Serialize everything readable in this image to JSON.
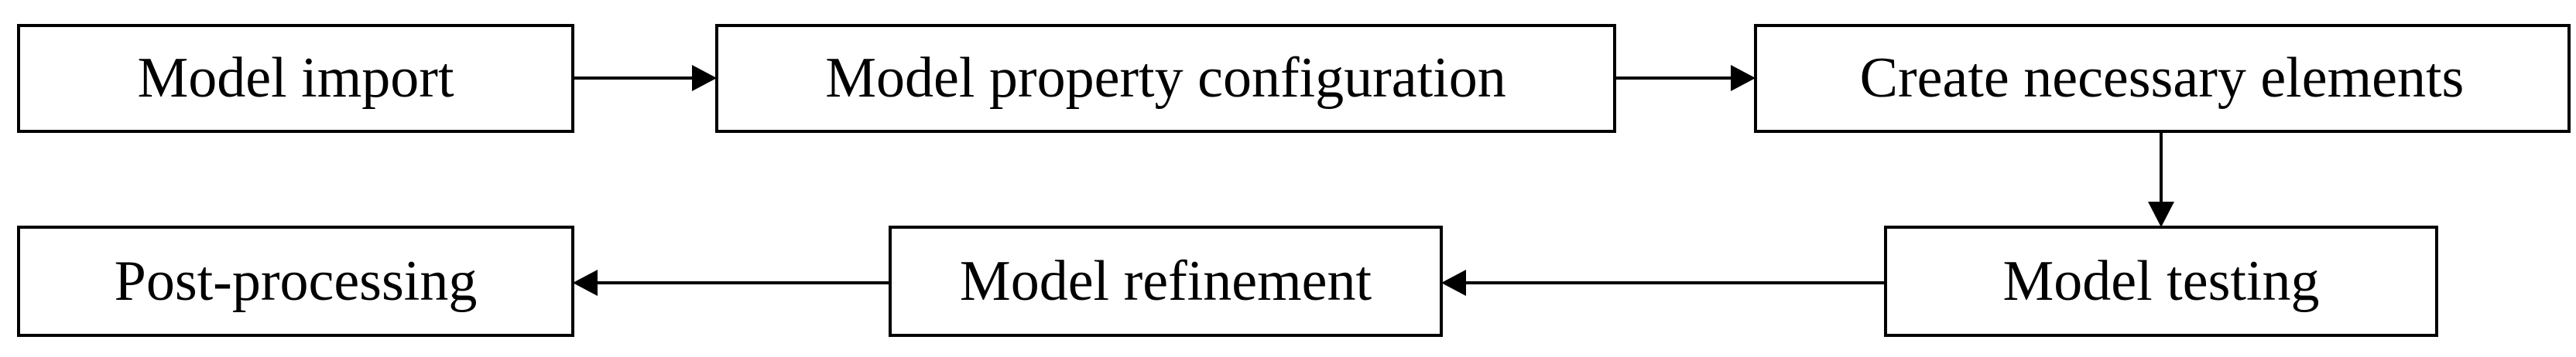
{
  "diagram": {
    "nodes": [
      {
        "id": "model-import",
        "label": "Model import"
      },
      {
        "id": "model-property-configuration",
        "label": "Model property configuration"
      },
      {
        "id": "create-necessary-elements",
        "label": "Create necessary elements"
      },
      {
        "id": "model-testing",
        "label": "Model testing"
      },
      {
        "id": "model-refinement",
        "label": "Model refinement"
      },
      {
        "id": "post-processing",
        "label": "Post-processing"
      }
    ],
    "edges": [
      {
        "from": "model-import",
        "to": "model-property-configuration"
      },
      {
        "from": "model-property-configuration",
        "to": "create-necessary-elements"
      },
      {
        "from": "create-necessary-elements",
        "to": "model-testing"
      },
      {
        "from": "model-testing",
        "to": "model-refinement"
      },
      {
        "from": "model-refinement",
        "to": "post-processing"
      }
    ]
  }
}
